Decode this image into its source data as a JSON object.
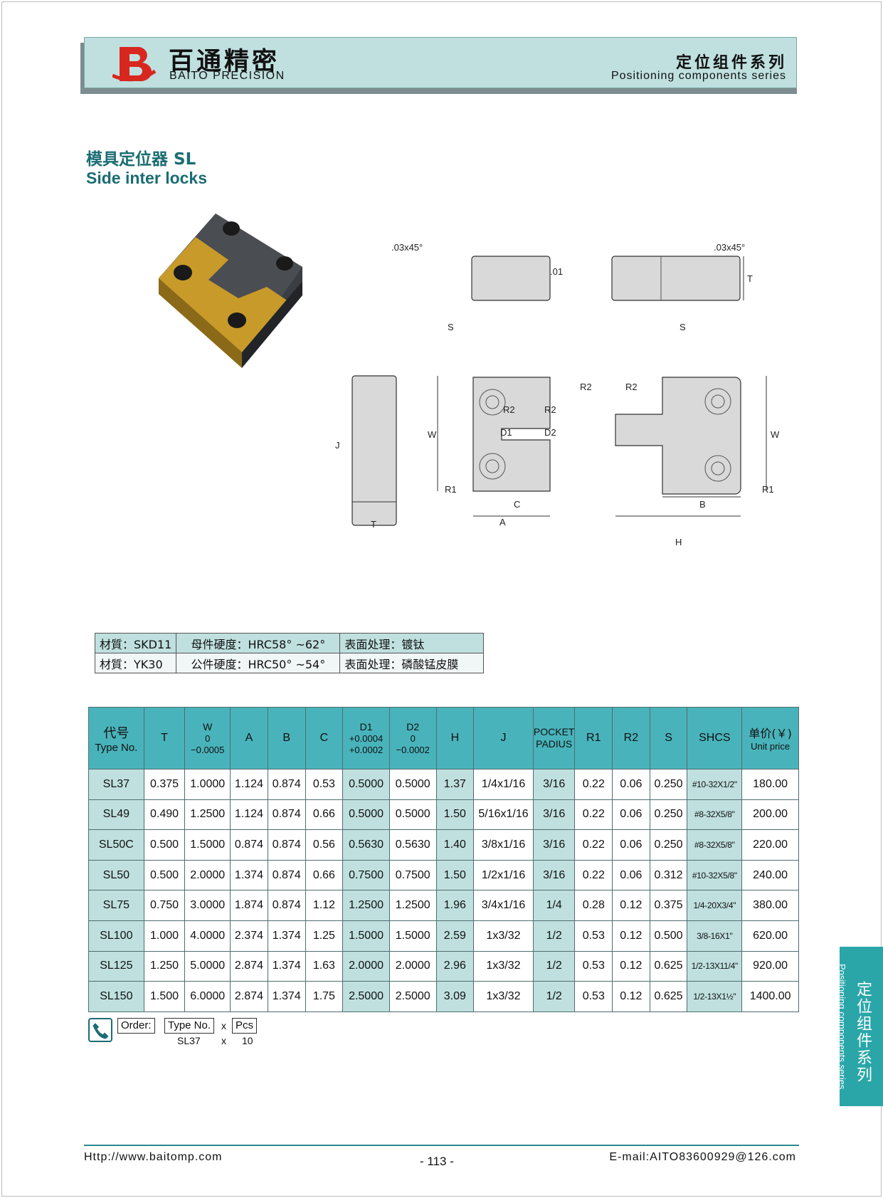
{
  "header": {
    "brand_cn": "百通精密",
    "brand_en": "BAITO PRECISION",
    "series_cn": "定位组件系列",
    "series_en": "Positioning components series"
  },
  "title": {
    "cn": "模具定位器 SL",
    "en": "Side inter locks"
  },
  "drawing_labels": {
    "chamfer_left": ".03x45°",
    "chamfer_right": ".03x45°",
    "tol": ".01",
    "T": "T",
    "S": "S",
    "J": "J",
    "W": "W",
    "D1": "D1",
    "D2": "D2",
    "R1": "R1",
    "R2": "R2",
    "A": "A",
    "B": "B",
    "C": "C",
    "H": "H"
  },
  "materials": [
    {
      "material": "材質：SKD11",
      "hardness": "母件硬度：HRC58° ~62°",
      "treatment": "表面处理：镀钛"
    },
    {
      "material": "材質：YK30",
      "hardness": "公件硬度：HRC50° ~54°",
      "treatment": "表面处理：磷酸锰皮膜"
    }
  ],
  "table": {
    "headers": {
      "type_cn": "代号",
      "type_en": "Type No.",
      "T": "T",
      "W": "W",
      "W_tol1": "0",
      "W_tol2": "−0.0005",
      "A": "A",
      "B": "B",
      "C": "C",
      "D1": "D1",
      "D1_tol1": "+0.0004",
      "D1_tol2": "+0.0002",
      "D2": "D2",
      "D2_tol1": "0",
      "D2_tol2": "−0.0002",
      "H": "H",
      "J": "J",
      "pocket1": "POCKET",
      "pocket2": "PADIUS",
      "R1": "R1",
      "R2": "R2",
      "S": "S",
      "SHCS": "SHCS",
      "price_cn": "单价(￥)",
      "price_en": "Unit price"
    },
    "rows": [
      [
        "SL37",
        "0.375",
        "1.0000",
        "1.124",
        "0.874",
        "0.53",
        "0.5000",
        "0.5000",
        "1.37",
        "1/4x1/16",
        "3/16",
        "0.22",
        "0.06",
        "0.250",
        "#10-32X1/2\"",
        "180.00"
      ],
      [
        "SL49",
        "0.490",
        "1.2500",
        "1.124",
        "0.874",
        "0.66",
        "0.5000",
        "0.5000",
        "1.50",
        "5/16x1/16",
        "3/16",
        "0.22",
        "0.06",
        "0.250",
        "#8-32X5/8\"",
        "200.00"
      ],
      [
        "SL50C",
        "0.500",
        "1.5000",
        "0.874",
        "0.874",
        "0.56",
        "0.5630",
        "0.5630",
        "1.40",
        "3/8x1/16",
        "3/16",
        "0.22",
        "0.06",
        "0.250",
        "#8-32X5/8\"",
        "220.00"
      ],
      [
        "SL50",
        "0.500",
        "2.0000",
        "1.374",
        "0.874",
        "0.66",
        "0.7500",
        "0.7500",
        "1.50",
        "1/2x1/16",
        "3/16",
        "0.22",
        "0.06",
        "0.312",
        "#10-32X5/8\"",
        "240.00"
      ],
      [
        "SL75",
        "0.750",
        "3.0000",
        "1.874",
        "0.874",
        "1.12",
        "1.2500",
        "1.2500",
        "1.96",
        "3/4x1/16",
        "1/4",
        "0.28",
        "0.12",
        "0.375",
        "1/4-20X3/4\"",
        "380.00"
      ],
      [
        "SL100",
        "1.000",
        "4.0000",
        "2.374",
        "1.374",
        "1.25",
        "1.5000",
        "1.5000",
        "2.59",
        "1x3/32",
        "1/2",
        "0.53",
        "0.12",
        "0.500",
        "3/8-16X1\"",
        "620.00"
      ],
      [
        "SL125",
        "1.250",
        "5.0000",
        "2.874",
        "1.374",
        "1.63",
        "2.0000",
        "2.0000",
        "2.96",
        "1x3/32",
        "1/2",
        "0.53",
        "0.12",
        "0.625",
        "1/2-13X11/4\"",
        "920.00"
      ],
      [
        "SL150",
        "1.500",
        "6.0000",
        "2.874",
        "1.374",
        "1.75",
        "2.5000",
        "2.5000",
        "3.09",
        "1x3/32",
        "1/2",
        "0.53",
        "0.12",
        "0.625",
        "1/2-13X1½\"",
        "1400.00"
      ]
    ]
  },
  "order": {
    "label": "Order:",
    "type_label": "Type No.",
    "x": "x",
    "pcs_label": "Pcs",
    "type_value": "SL37",
    "pcs_value": "10"
  },
  "side_tab": {
    "cn": "定位组件系列",
    "en": "Positioning components series"
  },
  "footer": {
    "url": "Http://www.baitomp.com",
    "page": "- 113 -",
    "email": "E-mail:AITO83600929@126.com"
  },
  "colors": {
    "teal_header": "#49b3bb",
    "light_teal": "#bfe0df",
    "title_teal": "#1b6d73",
    "logo_red": "#d8271f"
  }
}
